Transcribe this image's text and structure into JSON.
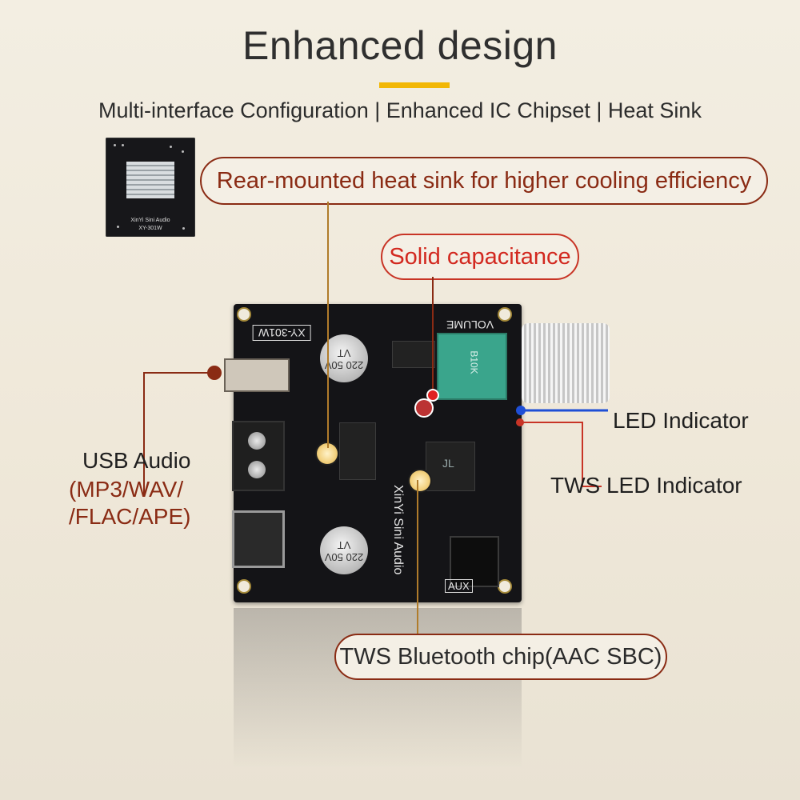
{
  "header": {
    "title": "Enhanced design",
    "subtitle": "Multi-interface Configuration | Enhanced IC Chipset |  Heat Sink",
    "accent_color": "#f2b705"
  },
  "thumbnail": {
    "brand": "XinYi Sini Audio",
    "model": "XY-301W"
  },
  "callouts": {
    "heat_sink": "Rear-mounted heat sink for higher cooling efficiency",
    "capacitance": "Solid capacitance",
    "bluetooth": "TWS Bluetooth chip(AAC SBC)"
  },
  "labels": {
    "usb_title": "USB Audio",
    "usb_formats_1": "(MP3/WAV/",
    "usb_formats_2": "/FLAC/APE)",
    "led": "LED Indicator",
    "tws_led": "TWS LED Indicator"
  },
  "board": {
    "model": "XY-301W",
    "volume_label": "VOLUME",
    "brand_vertical": "XinYi Sini Audio",
    "aux_label": "AUX",
    "cap_text": "220\n50V\nVT",
    "pot_text": "B10K",
    "chip_logo": "JL"
  },
  "colors": {
    "callout_border": "#8a2b14",
    "capacitance_red": "#d2281f",
    "led_blue": "#1f4fd6"
  }
}
